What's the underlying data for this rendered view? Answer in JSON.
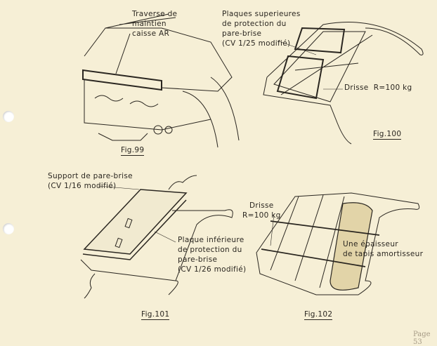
{
  "figures": [
    {
      "label": "Fig.99",
      "annotations": [
        "Traverse de\nmaintien\ncaisse AR"
      ]
    },
    {
      "label": "Fig.100",
      "annotations": [
        "Plaques superieures\nde protection du\npare-brise\n(CV 1/25 modifié)",
        "Drisse  R=100 kg"
      ]
    },
    {
      "label": "Fig.101",
      "annotations": [
        "Support de pare-brise\n(CV 1/16 modifié)",
        "Plaque inférieure\nde protection du\npare-brise\n(CV 1/26 modifié)"
      ]
    },
    {
      "label": "Fig.102",
      "annotations": [
        "Drisse\nR=100 kg",
        "Une épaisseur\nde tapis amortisseur"
      ]
    }
  ],
  "page_number": "Page 53"
}
